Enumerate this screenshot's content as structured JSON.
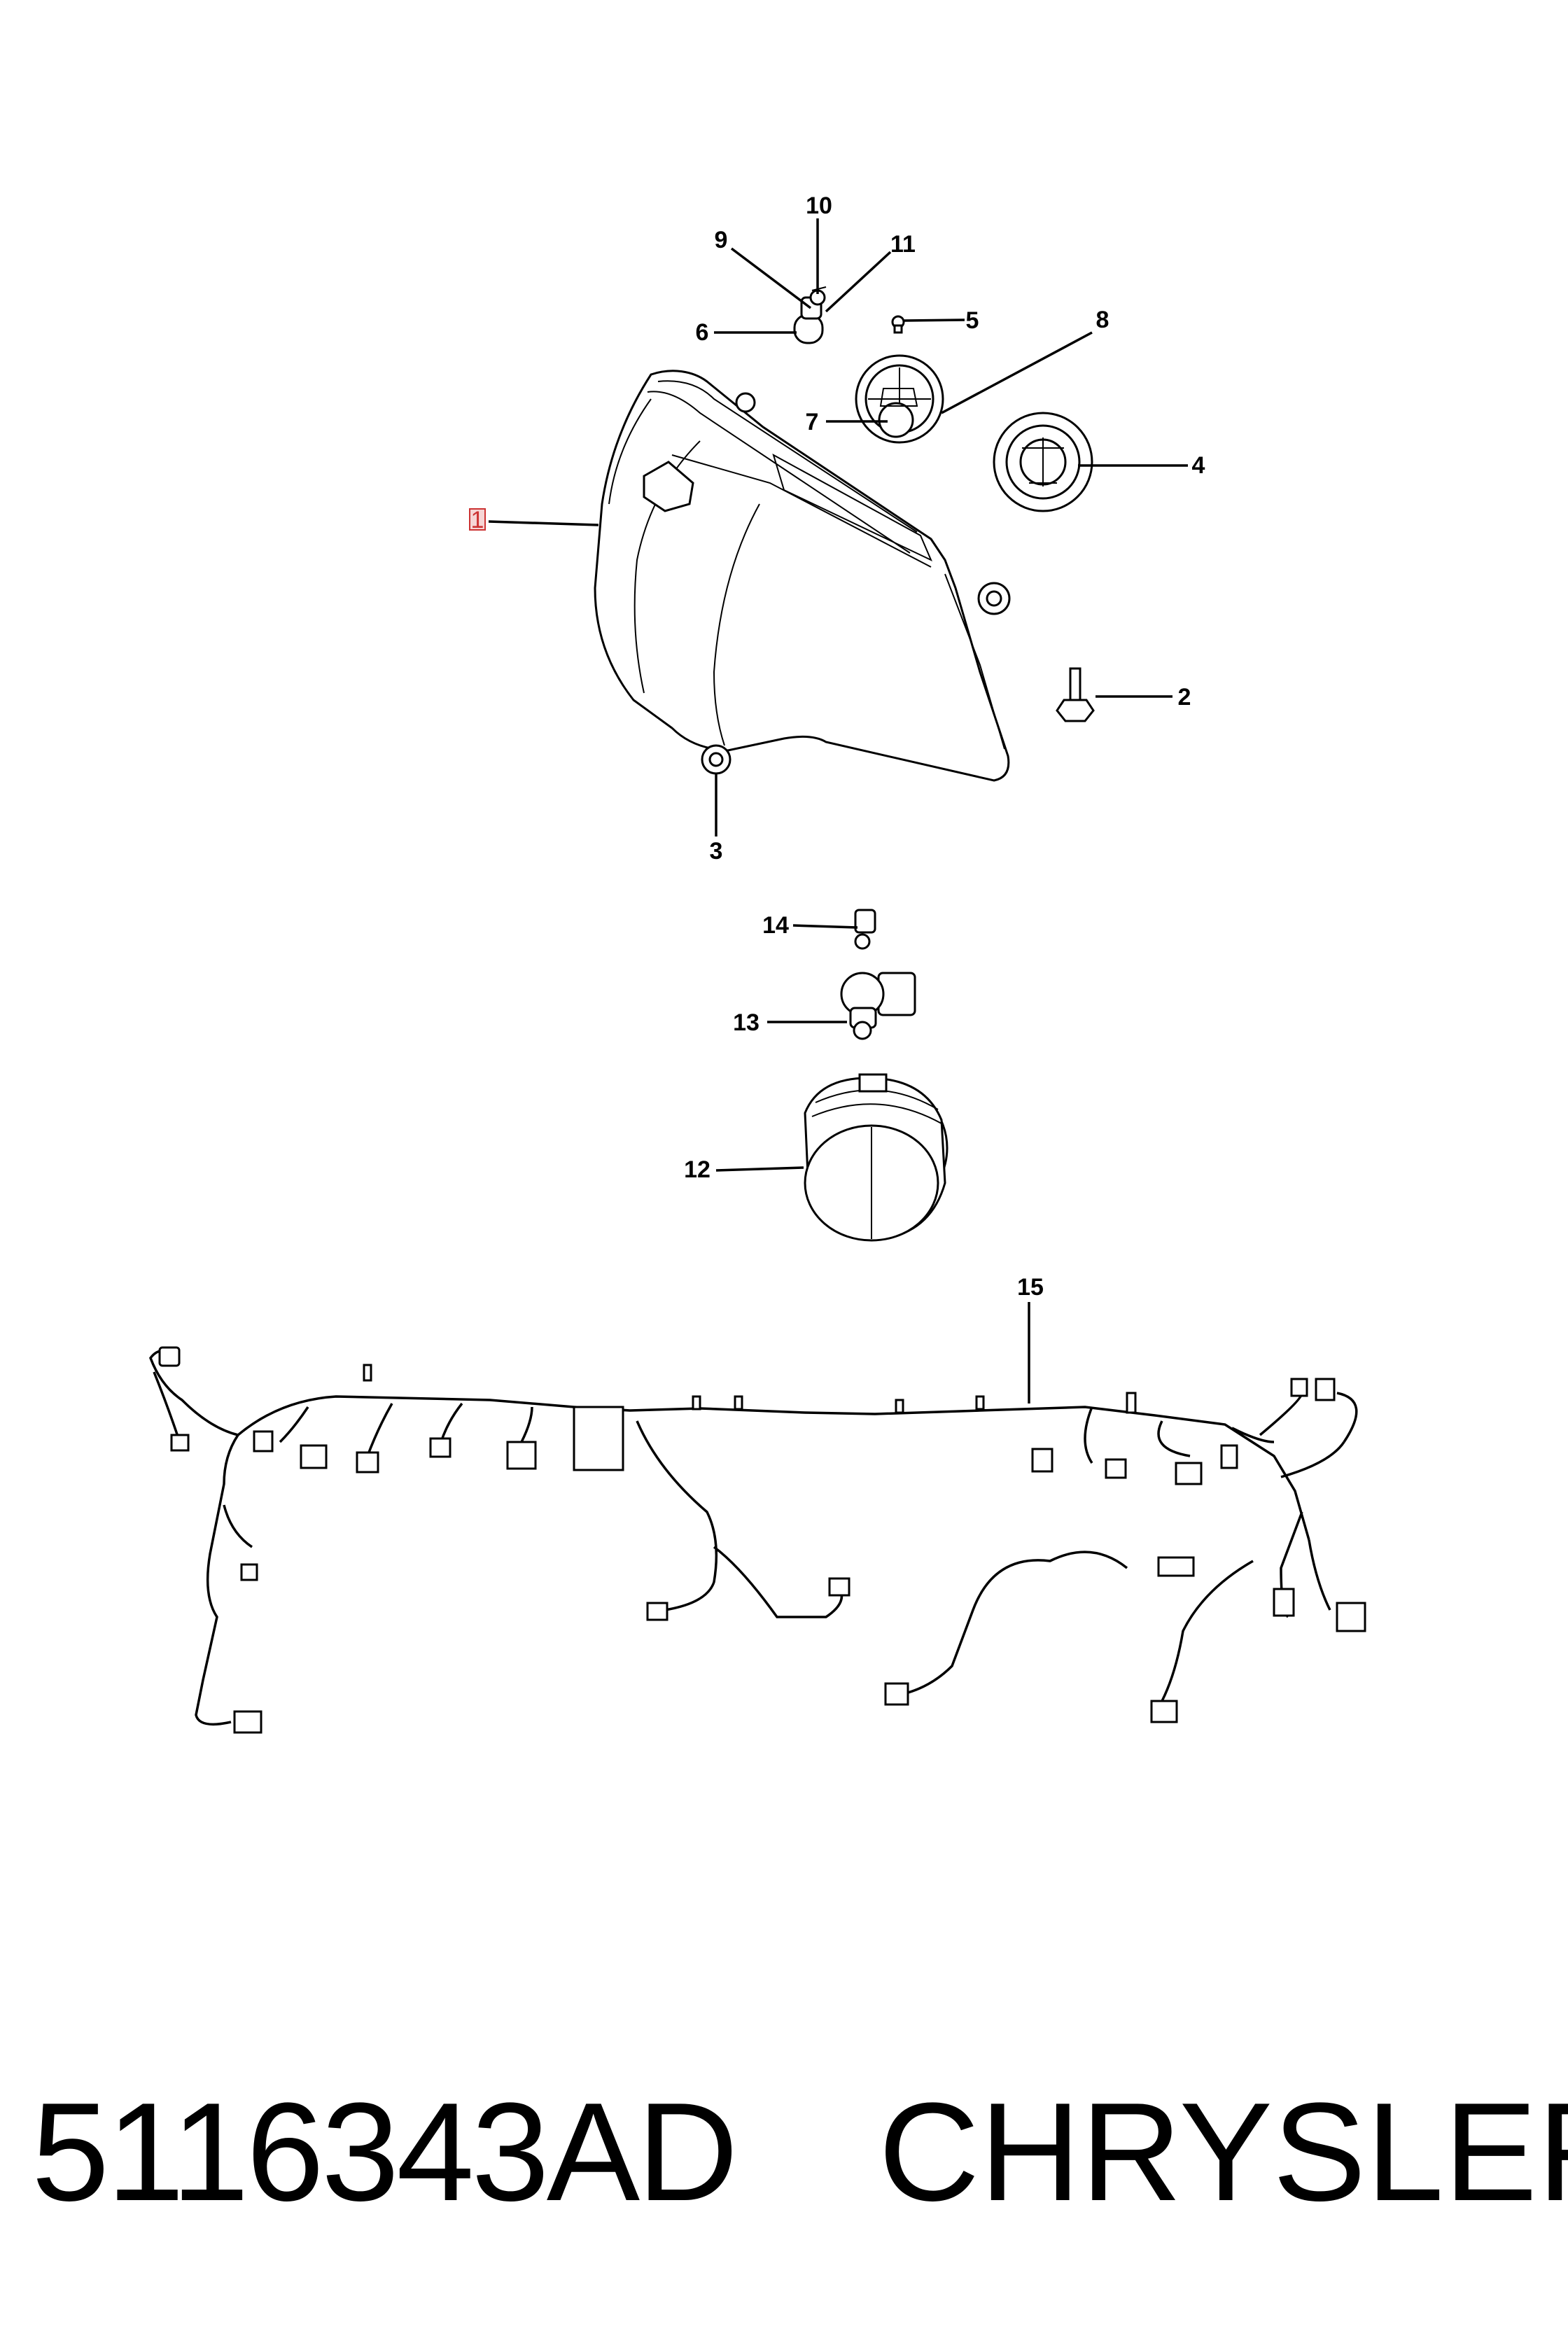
{
  "callouts": {
    "c1": "1",
    "c2": "2",
    "c3": "3",
    "c4": "4",
    "c5": "5",
    "c6": "6",
    "c7": "7",
    "c8": "8",
    "c9": "9",
    "c10": "10",
    "c11": "11",
    "c12": "12",
    "c13": "13",
    "c14": "14",
    "c15": "15"
  },
  "highlighted_callout": "1",
  "highlight_color": "#cc3333",
  "footer": {
    "part_number": "5116343AD",
    "manufacturer": "CHRYSLER"
  }
}
